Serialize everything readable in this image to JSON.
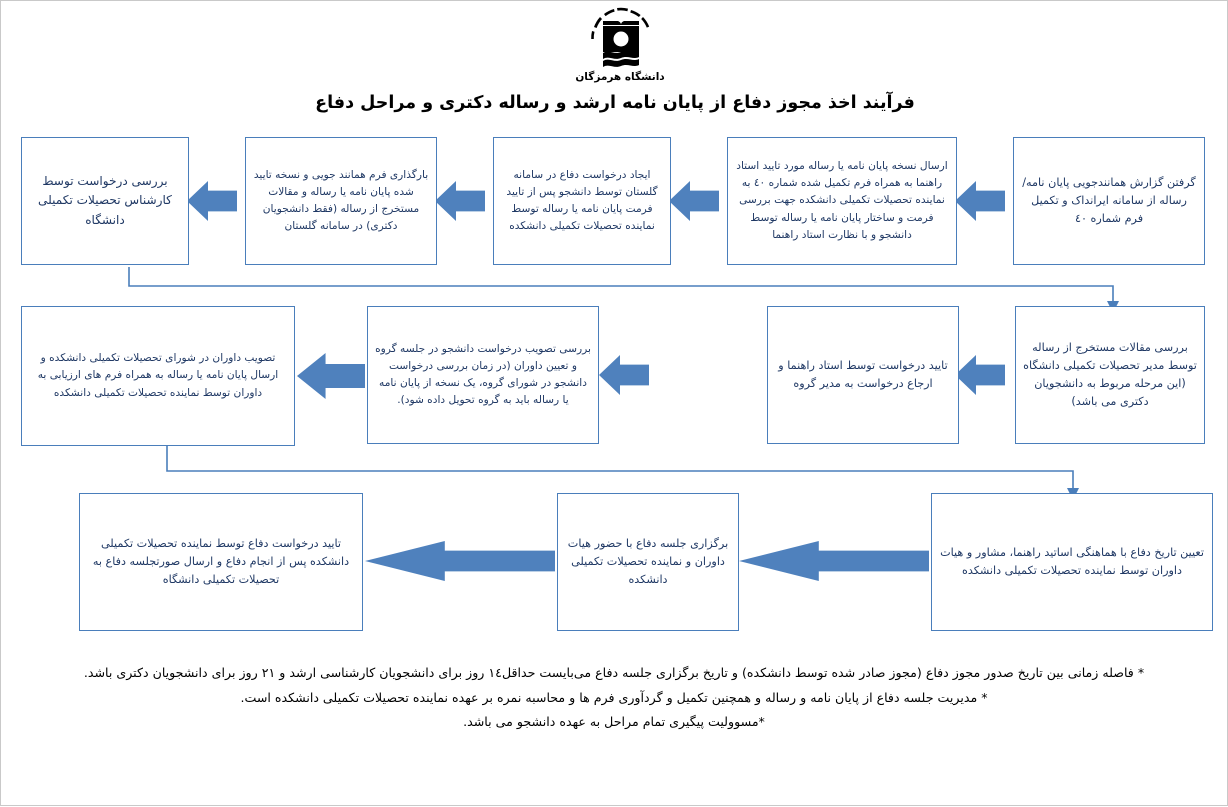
{
  "document": {
    "title": "فرآیند اخذ مجوز دفاع از پایان نامه ارشد و رساله دکتری و مراحل دفاع",
    "logo_caption": "دانشگاه هرمزگان",
    "colors": {
      "box_border": "#4a7ebb",
      "box_text": "#1f3864",
      "arrow_fill": "#4f81bd",
      "connector": "#4a7ebb",
      "title_text": "#000000",
      "note_text": "#000000"
    }
  },
  "flow": {
    "row1": [
      {
        "id": "step-1",
        "text": "گرفتن گزارش همانندجویی  پایان نامه/ رساله از سامانه ایرانداک و تکمیل فرم شماره ٤٠"
      },
      {
        "id": "step-2",
        "text": "ارسال نسخه پایان نامه یا رساله مورد تایید استاد راهنما به همراه فرم تکمیل شده شماره ٤٠ به نماینده تحصیلات تکمیلی دانشکده جهت بررسی فرمت و ساختار پایان نامه یا رساله توسط دانشجو و با نظارت استاد راهنما"
      },
      {
        "id": "step-3",
        "text": "ایجاد درخواست دفاع در سامانه گلستان توسط دانشجو پس از تایید فرمت پایان نامه یا رساله توسط نماینده تحصیلات تکمیلی دانشکده"
      },
      {
        "id": "step-4",
        "text": "بارگذاری فرم همانند جویی و نسخه تایید شده پایان نامه یا رساله و مقالات مستخرج از رساله (فقط دانشجویان دکتری) در سامانه گلستان"
      },
      {
        "id": "step-5",
        "text": "بررسی درخواست توسط کارشناس تحصیلات تکمیلی دانشگاه"
      }
    ],
    "row2": [
      {
        "id": "step-6",
        "text": "بررسی مقالات مستخرج از رساله توسط مدیر تحصیلات تکمیلی دانشگاه (این مرحله مربوط به دانشجویان دکتری می باشد)"
      },
      {
        "id": "step-7",
        "text": "تایید درخواست توسط استاد راهنما و ارجاع درخواست به مدیر گروه"
      },
      {
        "id": "step-8",
        "text": "بررسی تصویب درخواست دانشجو در جلسه گروه و تعیین داوران (در زمان بررسی درخواست دانشجو در شورای گروه، یک نسخه از پایان نامه یا رساله باید به گروه تحویل داده شود)."
      },
      {
        "id": "step-9",
        "text": "تصویب داوران در شورای تحصیلات تکمیلی دانشکده و ارسال پایان نامه یا رساله به همراه فرم های ارزیابی به داوران توسط نماینده تحصیلات تکمیلی دانشکده"
      }
    ],
    "row3": [
      {
        "id": "step-10",
        "text": "تعیین تاریخ دفاع با هماهنگی اساتید راهنما، مشاور و هیات داوران توسط نماینده تحصیلات تکمیلی دانشکده"
      },
      {
        "id": "step-11",
        "text": "برگزاری جلسه دفاع با حضور هیات داوران و نماینده تحصیلات تکمیلی دانشکده"
      },
      {
        "id": "step-12",
        "text": "تایید درخواست دفاع توسط نماینده تحصیلات تکمیلی دانشکده پس از انجام دفاع و ارسال صورتجلسه دفاع به تحصیلات تکمیلی دانشگاه"
      }
    ]
  },
  "notes": [
    "* فاصله زمانی بین تاریخ صدور مجوز دفاع (مجوز صادر شده توسط دانشکده) و تاریخ برگزاری جلسه دفاع می‌بایست حداقل١٤ روز برای دانشجویان کارشناسی ارشد و ٢١ روز برای دانشجویان دکتری باشد.",
    "* مدیریت جلسه دفاع از پایان نامه و رساله و همچنین تکمیل و گردآوری فرم ها و محاسبه نمره بر عهده نماینده تحصیلات تکمیلی دانشکده است.",
    "*مسوولیت پیگیری تمام مراحل به عهده دانشجو می باشد."
  ]
}
